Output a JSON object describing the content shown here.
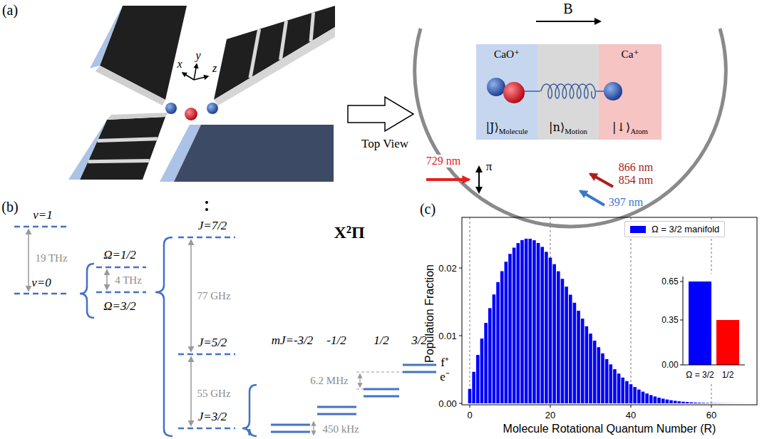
{
  "diagram": {
    "nodes": [
      {
        "text": [
          "CaO⁺",
          "|J⟩",
          "Molecule"
        ]
      },
      {
        "text": [
          "|n⟩",
          "Motion"
        ]
      },
      {
        "text": [
          "Ca⁺",
          "|↓⟩",
          "Atom"
        ]
      }
    ],
    "labels": [
      "(a)",
      "B",
      "x",
      "y",
      "z",
      "Top View",
      "π",
      "729 nm",
      "866 nm",
      "854 nm",
      "397 nm",
      "(b)",
      "v=1",
      "19 THz",
      "v=0",
      "Ω=1/2",
      "4 THz",
      "Ω=3/2",
      "X²Π",
      "J=7/2",
      "77 GHz",
      "J=5/2",
      "55 GHz",
      "J=3/2",
      "mJ=-3/2",
      "-1/2",
      "1/2",
      "3/2",
      "6.2 MHz",
      "450 kHz",
      "f⁺",
      "e⁻",
      "(c)",
      "Population Fraction",
      "Molecule Rotational Quantum Number (R)",
      "0.00",
      "0.01",
      "0.02",
      "0",
      "20",
      "40",
      "60",
      "0.65",
      "0.35",
      "0.00",
      "Ω = 3/2",
      "1/2"
    ],
    "legend": [
      {
        "text": "Ω = 3/2 manifold",
        "color": "#0000ff"
      }
    ]
  }
}
